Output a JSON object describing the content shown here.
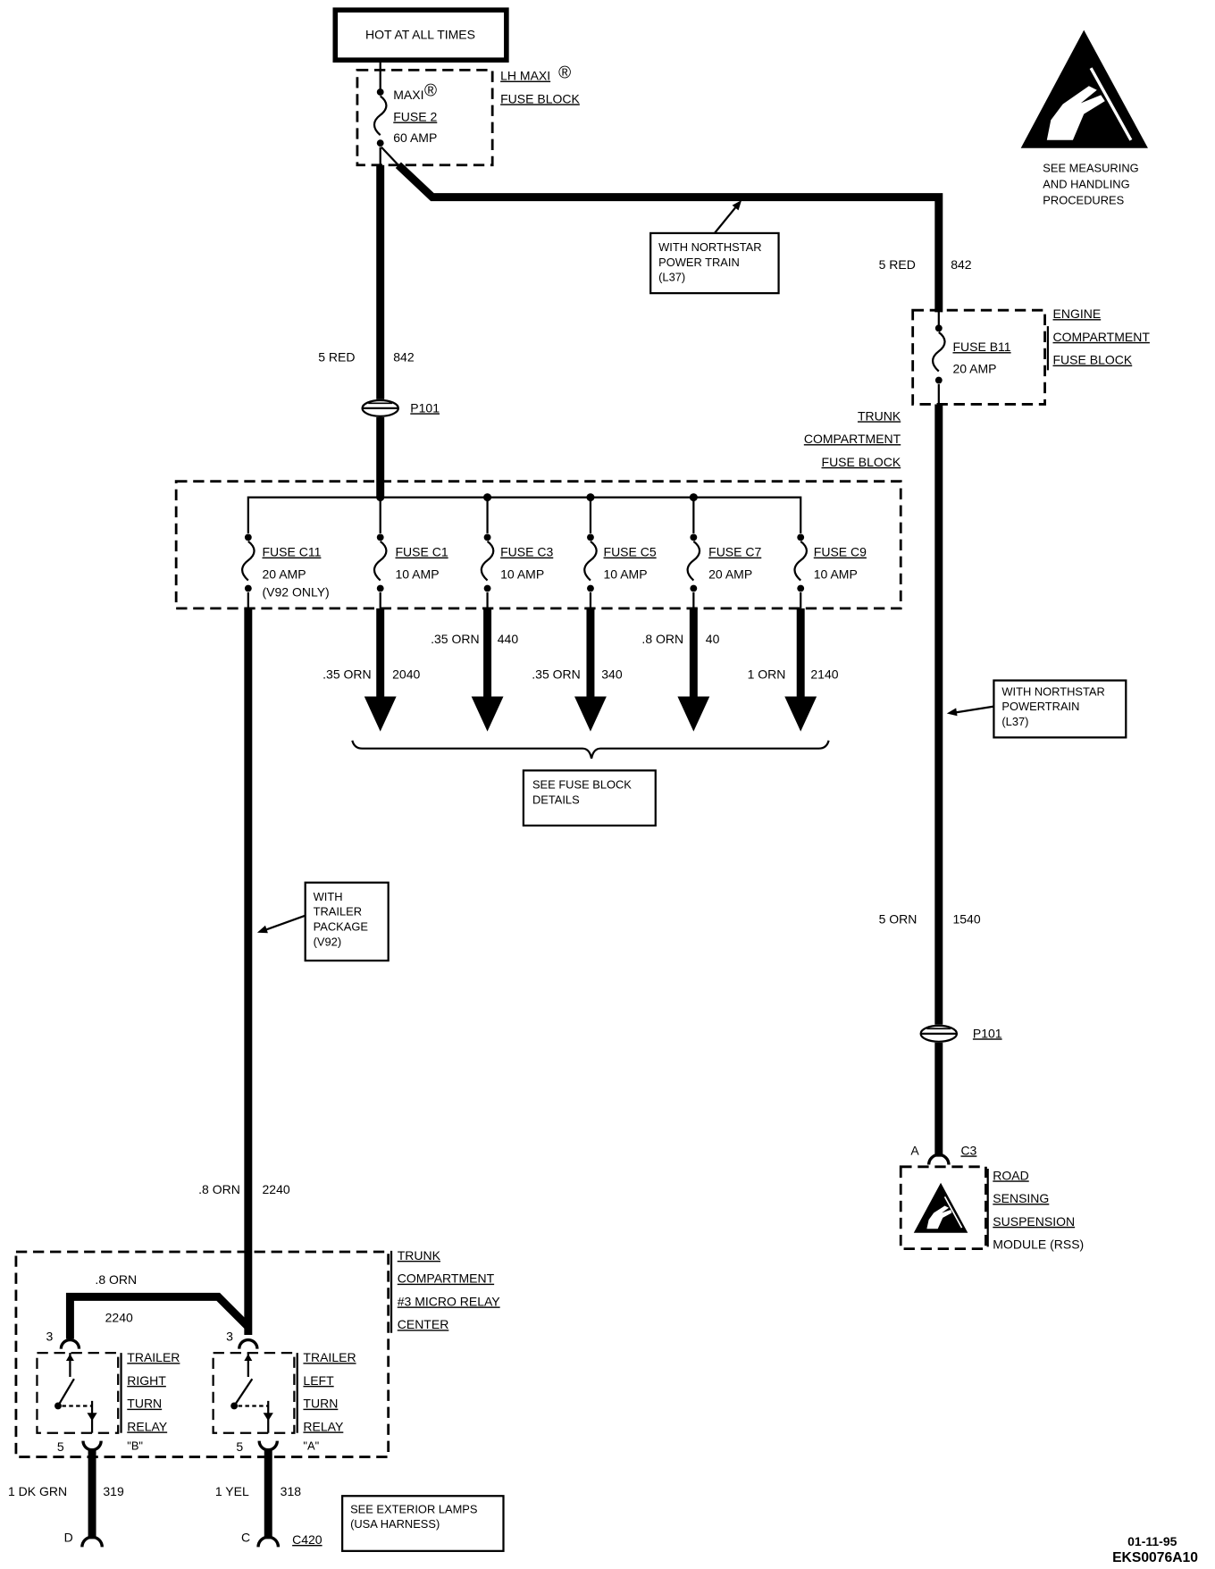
{
  "power_source": {
    "label": "HOT AT ALL TIMES"
  },
  "lh_maxi_fuse_block": {
    "name_line1": "LH MAXI",
    "name_line2": "FUSE BLOCK",
    "registered_mark": "®",
    "fuse_type": "MAXI",
    "fuse_name": "FUSE 2",
    "fuse_rating": "60 AMP"
  },
  "esd_notice": {
    "icon": "esd-warning-icon",
    "lines": [
      "SEE MEASURING",
      "AND HANDLING",
      "PROCEDURES"
    ]
  },
  "northstar_note_top": {
    "lines": [
      "WITH NORTHSTAR",
      "POWER TRAIN",
      "(L37)"
    ]
  },
  "northstar_note_right": {
    "lines": [
      "WITH NORTHSTAR",
      "POWERTRAIN",
      "(L37)"
    ]
  },
  "trailer_note": {
    "lines": [
      "WITH",
      "TRAILER",
      "PACKAGE",
      "(V92)"
    ]
  },
  "fuse_block_details_note": {
    "lines": [
      "SEE FUSE BLOCK",
      "DETAILS"
    ]
  },
  "exterior_lamps_note": {
    "lines": [
      "SEE EXTERIOR LAMPS",
      "(USA HARNESS)"
    ]
  },
  "wires": {
    "feed_left": {
      "gauge_color": "5 RED",
      "circuit": "842"
    },
    "feed_right": {
      "gauge_color": "5 RED",
      "circuit": "842"
    },
    "rss_feed": {
      "gauge_color": "5 ORN",
      "circuit": "1540"
    },
    "trailer_feed": {
      "gauge_color": ".8 ORN",
      "circuit": "2240"
    },
    "relay_jumper": {
      "gauge_color": ".8 ORN",
      "circuit": "2240"
    },
    "right_turn_out": {
      "gauge_color": "1 DK GRN",
      "circuit": "319"
    },
    "left_turn_out": {
      "gauge_color": "1 YEL",
      "circuit": "318"
    }
  },
  "connectors": {
    "p101_left": "P101",
    "p101_right": "P101",
    "c3": {
      "name": "C3",
      "cavity": "A"
    },
    "c420": {
      "name": "C420",
      "cavity_right": "D",
      "cavity_left": "C"
    }
  },
  "engine_fuse_block": {
    "name_lines": [
      "ENGINE",
      "COMPARTMENT",
      "FUSE BLOCK"
    ],
    "fuse_name": "FUSE B11",
    "fuse_rating": "20 AMP"
  },
  "trunk_fuse_block": {
    "name_lines": [
      "TRUNK",
      "COMPARTMENT",
      "FUSE BLOCK"
    ],
    "fuses": [
      {
        "name": "FUSE C11",
        "rating": "20 AMP",
        "note": "(V92 ONLY)"
      },
      {
        "name": "FUSE C1",
        "rating": "10 AMP",
        "gauge_color": ".35 ORN",
        "circuit": "2040"
      },
      {
        "name": "FUSE C3",
        "rating": "10 AMP",
        "gauge_color": ".35 ORN",
        "circuit": "440"
      },
      {
        "name": "FUSE C5",
        "rating": "10 AMP",
        "gauge_color": ".35 ORN",
        "circuit": "340"
      },
      {
        "name": "FUSE C7",
        "rating": "20 AMP",
        "gauge_color": ".8 ORN",
        "circuit": "40"
      },
      {
        "name": "FUSE C9",
        "rating": "10 AMP",
        "gauge_color": "1 ORN",
        "circuit": "2140"
      }
    ]
  },
  "rss_module": {
    "icon": "esd-warning-icon",
    "name_lines": [
      "ROAD",
      "SENSING",
      "SUSPENSION",
      "MODULE (RSS)"
    ]
  },
  "relay_center": {
    "name_lines": [
      "TRUNK",
      "COMPARTMENT",
      "#3 MICRO RELAY",
      "CENTER"
    ],
    "relays": [
      {
        "name_lines": [
          "TRAILER",
          "RIGHT",
          "TURN",
          "RELAY"
        ],
        "designator": "\"B\"",
        "input_terminal": "3",
        "output_terminal": "5"
      },
      {
        "name_lines": [
          "TRAILER",
          "LEFT",
          "TURN",
          "RELAY"
        ],
        "designator": "\"A\"",
        "input_terminal": "3",
        "output_terminal": "5"
      }
    ]
  },
  "drawing_info": {
    "date": "01-11-95",
    "drawing_number": "EKS0076A10"
  }
}
